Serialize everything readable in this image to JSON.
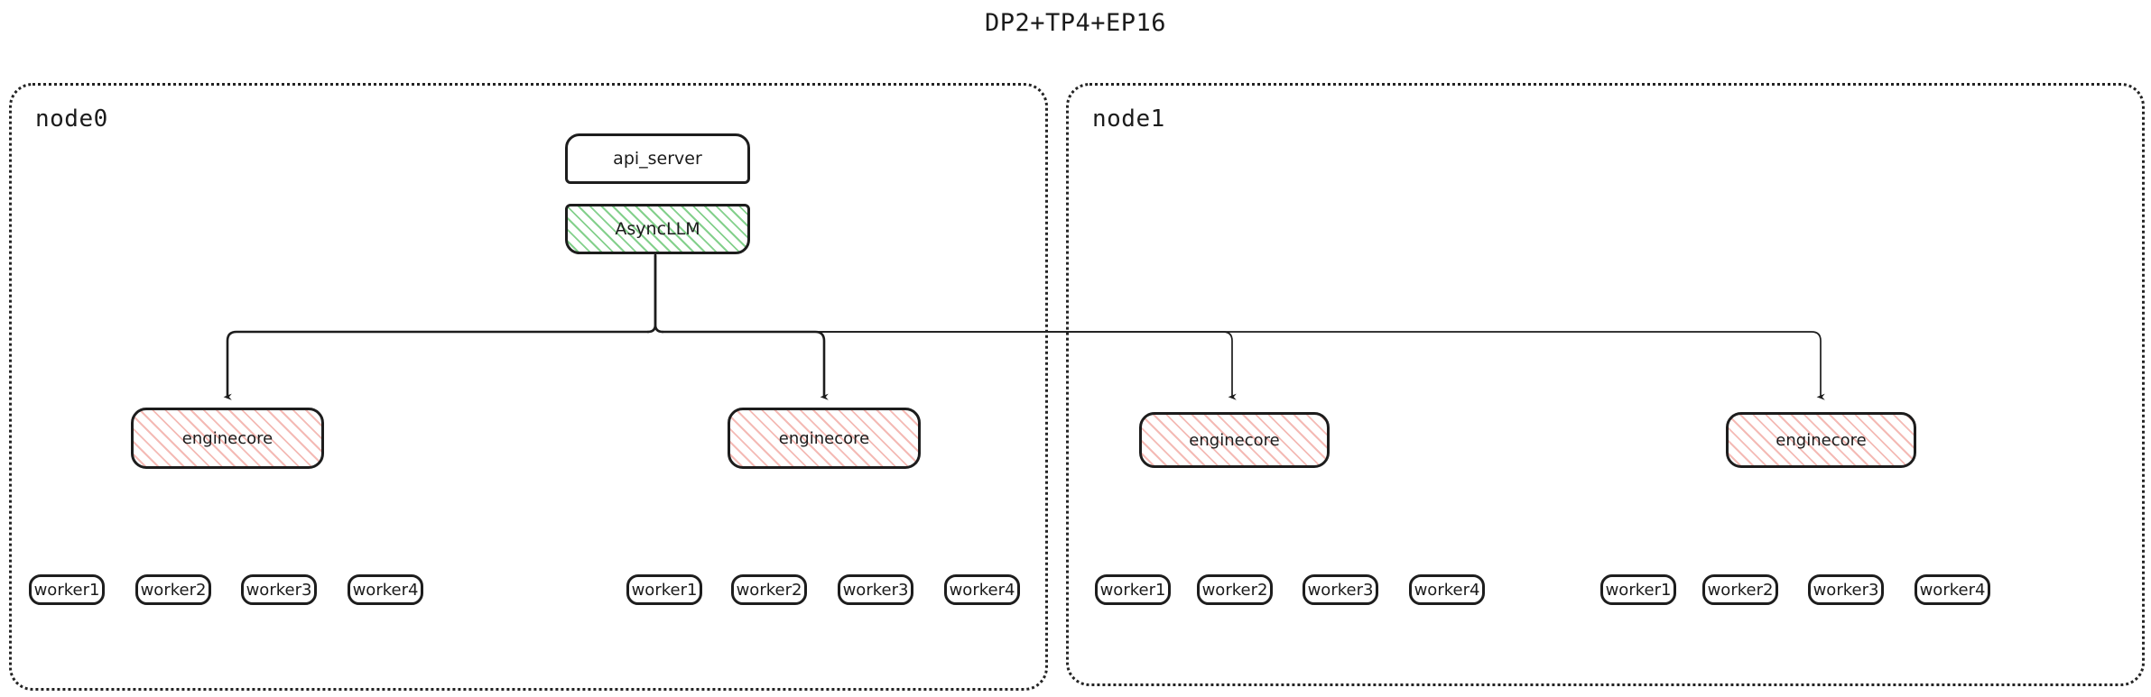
{
  "title": "DP2+TP4+EP16",
  "colors": {
    "stroke": "#1d1d1d",
    "async_llm_hatch": "#6ec878",
    "enginecore_hatch": "#eb8278",
    "node_border": "#242424",
    "background": "#ffffff"
  },
  "nodes": [
    {
      "id": "node0",
      "label": "node0",
      "boxes": {
        "api_server": "api_server",
        "async_llm": "AsyncLLM"
      },
      "enginecores": [
        {
          "label": "enginecore"
        },
        {
          "label": "enginecore"
        }
      ],
      "worker_groups": [
        {
          "workers": [
            "worker1",
            "worker2",
            "worker3",
            "worker4"
          ]
        },
        {
          "workers": [
            "worker1",
            "worker2",
            "worker3",
            "worker4"
          ]
        }
      ]
    },
    {
      "id": "node1",
      "label": "node1",
      "enginecores": [
        {
          "label": "enginecore"
        },
        {
          "label": "enginecore"
        }
      ],
      "worker_groups": [
        {
          "workers": [
            "worker1",
            "worker2",
            "worker3",
            "worker4"
          ]
        },
        {
          "workers": [
            "worker1",
            "worker2",
            "worker3",
            "worker4"
          ]
        }
      ]
    }
  ]
}
